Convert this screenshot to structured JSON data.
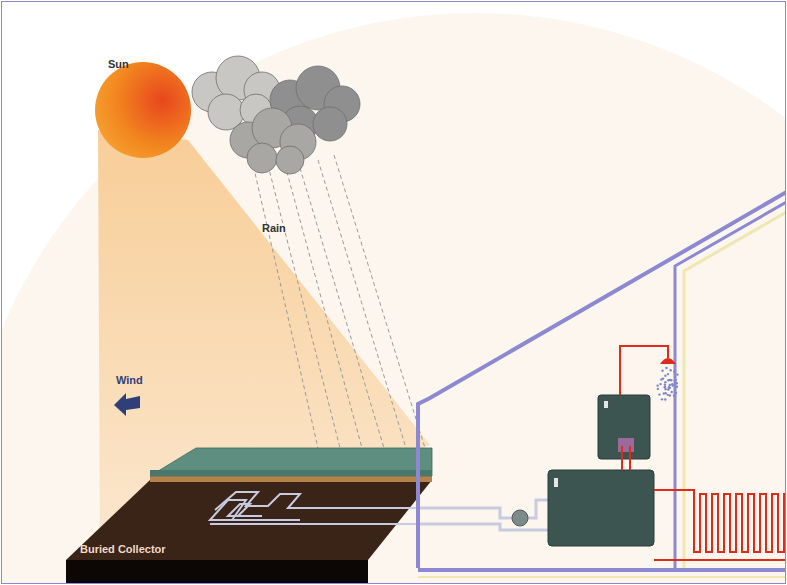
{
  "diagram": {
    "labels": [
      "Sun",
      "Rain",
      "Wind",
      "Buried Collector"
    ]
  }
}
